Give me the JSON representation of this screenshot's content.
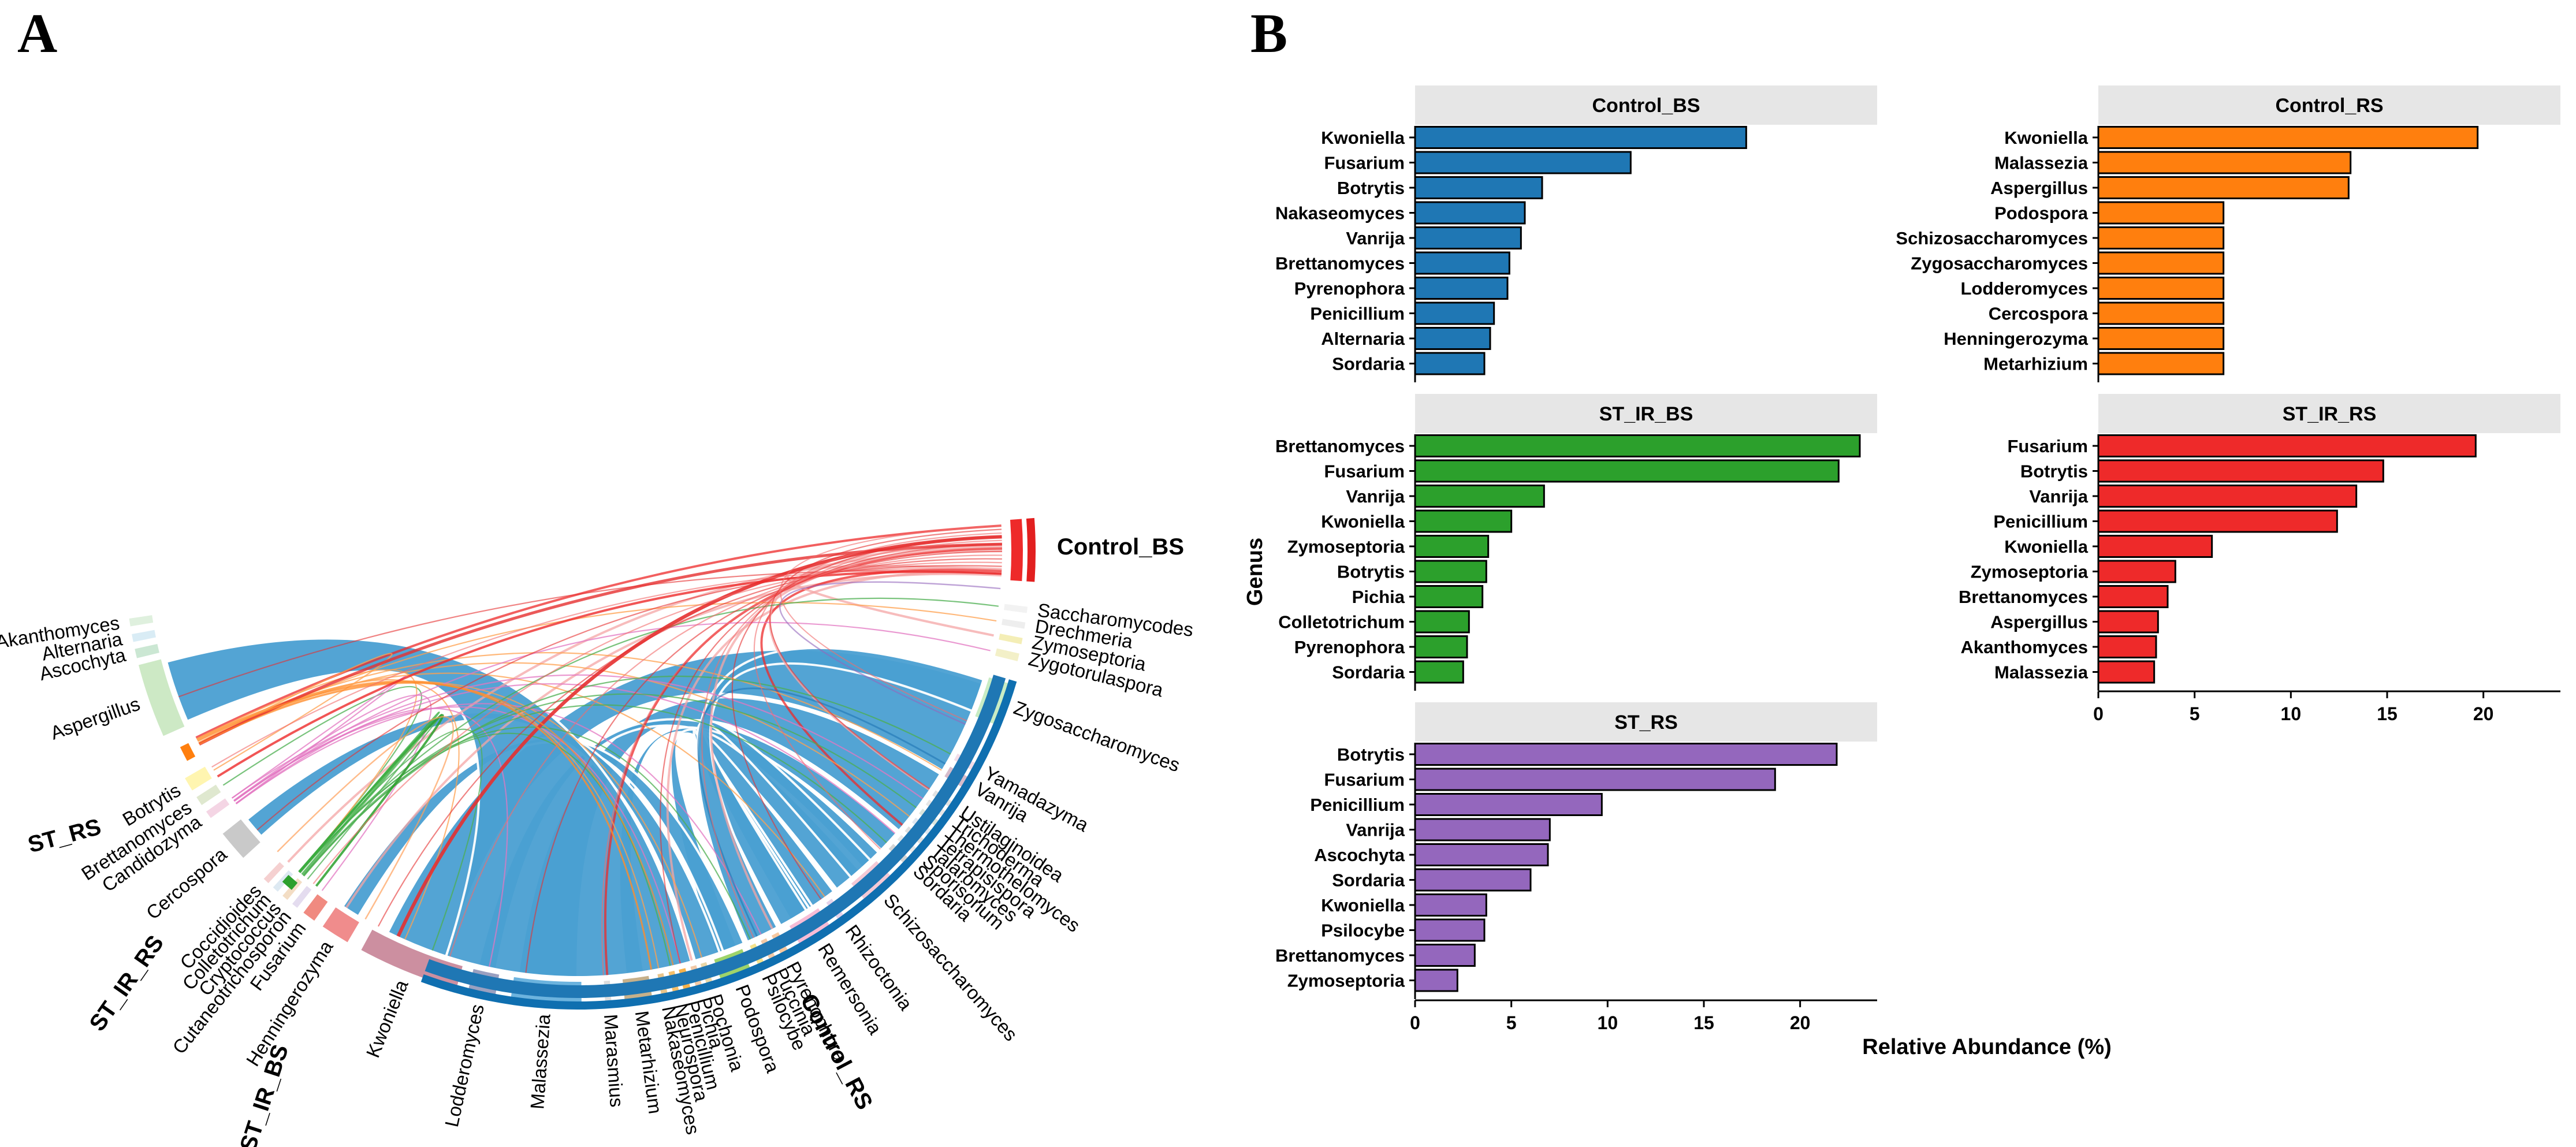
{
  "colors": {
    "Control_BS": "#1f77b4",
    "Control_RS": "#ff7f0e",
    "ST_IR_BS": "#2ca02c",
    "ST_IR_RS": "#ee2a2a",
    "ST_RS": "#9467bd",
    "chord_main": "#4aa0d2",
    "strip_bg": "#e6e6e6"
  },
  "panels": {
    "a_label": "A",
    "b_label": "B"
  },
  "chart_data": [
    {
      "type": "chord",
      "panel": "A",
      "groups": [
        "Control_BS",
        "Control_RS",
        "ST_IR_BS",
        "ST_IR_RS",
        "ST_RS"
      ],
      "genera": [
        "Akanthomyces",
        "Alternaria",
        "Ascochyta",
        "Aspergillus",
        "Botrytis",
        "Brettanomyces",
        "Candidozyma",
        "Cercospora",
        "Coccidioides",
        "Colletotrichum",
        "Cryptococcus",
        "Cutaneotrichosporon",
        "Fusarium",
        "Henningerozyma",
        "Kwoniella",
        "Lodderomyces",
        "Malassezia",
        "Marasmius",
        "Metarhizium",
        "Nakaseomyces",
        "Neurospora",
        "Penicillium",
        "Pichia",
        "Pochonia",
        "Podospora",
        "Psilocybe",
        "Puccinia",
        "Pyrenophora",
        "Remersonia",
        "Rhizoctonia",
        "Schizosaccharomyces",
        "Sordaria",
        "Sporisorium",
        "Talaromyces",
        "Tetrapisispora",
        "Thermothelomyces",
        "Trichoderma",
        "Ustilaginoidea",
        "Vanrija",
        "Yamadazyma",
        "Zygosaccharomyces",
        "Zygotorulaspora",
        "Zymoseptoria",
        "Drechmeria",
        "Saccharomycodes"
      ]
    },
    {
      "type": "bar",
      "orientation": "horizontal",
      "panel": "B",
      "ylabel": "Genus",
      "xlabel": "Relative Abundance (%)",
      "xlim": [
        0,
        24
      ],
      "xticks": [
        0,
        5,
        10,
        15,
        20
      ],
      "facets": [
        {
          "name": "Control_BS",
          "color_key": "Control_BS",
          "categories": [
            "Kwoniella",
            "Fusarium",
            "Botrytis",
            "Nakaseomyces",
            "Vanrija",
            "Brettanomyces",
            "Pyrenophora",
            "Penicillium",
            "Alternaria",
            "Sordaria"
          ],
          "values": [
            17.2,
            11.2,
            6.6,
            5.7,
            5.5,
            4.9,
            4.8,
            4.1,
            3.9,
            3.6
          ]
        },
        {
          "name": "Control_RS",
          "color_key": "Control_RS",
          "categories": [
            "Kwoniella",
            "Malassezia",
            "Aspergillus",
            "Podospora",
            "Schizosaccharomyces",
            "Zygosaccharomyces",
            "Lodderomyces",
            "Cercospora",
            "Henningerozyma",
            "Metarhizium"
          ],
          "values": [
            19.7,
            13.1,
            13.0,
            6.5,
            6.5,
            6.5,
            6.5,
            6.5,
            6.5,
            6.5
          ]
        },
        {
          "name": "ST_IR_BS",
          "color_key": "ST_IR_BS",
          "categories": [
            "Brettanomyces",
            "Fusarium",
            "Vanrija",
            "Kwoniella",
            "Zymoseptoria",
            "Botrytis",
            "Pichia",
            "Colletotrichum",
            "Pyrenophora",
            "Sordaria"
          ],
          "values": [
            23.1,
            22.0,
            6.7,
            5.0,
            3.8,
            3.7,
            3.5,
            2.8,
            2.7,
            2.5
          ]
        },
        {
          "name": "ST_IR_RS",
          "color_key": "ST_IR_RS",
          "categories": [
            "Fusarium",
            "Botrytis",
            "Vanrija",
            "Penicillium",
            "Kwoniella",
            "Zymoseptoria",
            "Brettanomyces",
            "Aspergillus",
            "Akanthomyces",
            "Malassezia"
          ],
          "values": [
            19.6,
            14.8,
            13.4,
            12.4,
            5.9,
            4.0,
            3.6,
            3.1,
            3.0,
            2.9
          ]
        },
        {
          "name": "ST_RS",
          "color_key": "ST_RS",
          "categories": [
            "Botrytis",
            "Fusarium",
            "Penicillium",
            "Vanrija",
            "Ascochyta",
            "Sordaria",
            "Kwoniella",
            "Psilocybe",
            "Brettanomyces",
            "Zymoseptoria"
          ],
          "values": [
            21.9,
            18.7,
            9.7,
            7.0,
            6.9,
            6.0,
            3.7,
            3.6,
            3.1,
            2.2
          ]
        }
      ]
    }
  ]
}
